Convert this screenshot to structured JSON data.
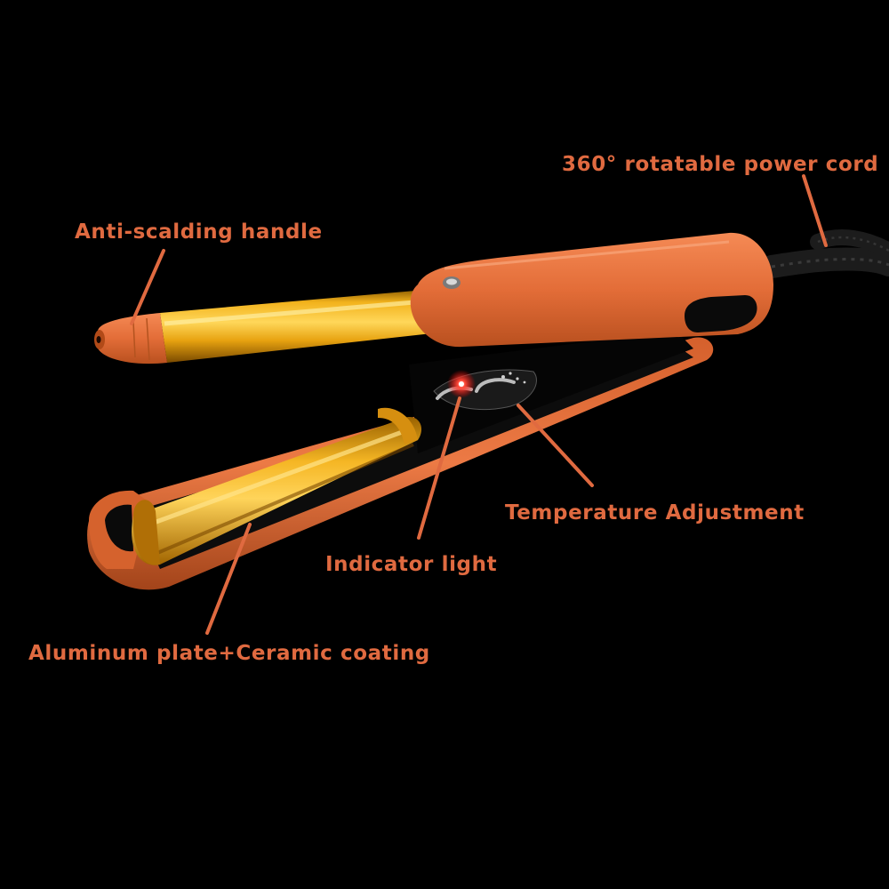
{
  "accent_color": "#E06A40",
  "callouts": {
    "power_cord": "360° rotatable power cord",
    "handle": "Anti-scalding handle",
    "temperature": "Temperature Adjustment",
    "indicator": "Indicator light",
    "plate": "Aluminum plate+Ceramic coating"
  }
}
